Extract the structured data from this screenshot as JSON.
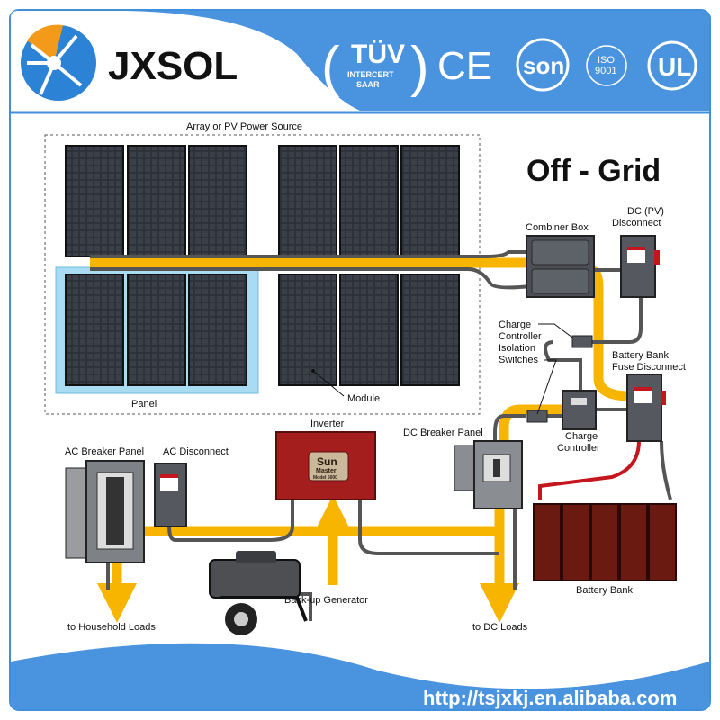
{
  "header": {
    "brand": "JXSOL",
    "certifications": {
      "tuv": "TÜV",
      "tuv_sub1": "INTERCERT",
      "tuv_sub2": "SAAR",
      "ce": "CE",
      "son": "son",
      "iso": "ISO",
      "iso_num": "9001",
      "ul": "UL"
    },
    "brand_color": "#3f8fdc"
  },
  "diagram": {
    "title": "Off - Grid",
    "labels": {
      "array": "Array or PV Power Source",
      "panel": "Panel",
      "module": "Module",
      "combiner_box": "Combiner Box",
      "dc_pv_disconnect_1": "DC (PV)",
      "dc_pv_disconnect_2": "Disconnect",
      "isolation_1": "Charge",
      "isolation_2": "Controller",
      "isolation_3": "Isolation",
      "isolation_4": "Switches",
      "fuse_1": "Battery Bank",
      "fuse_2": "Fuse Disconnect",
      "charge_controller_1": "Charge",
      "charge_controller_2": "Controller",
      "dc_breaker_panel": "DC  Breaker Panel",
      "inverter": "Inverter",
      "inverter_brand_1": "Sun",
      "inverter_brand_2": "Master",
      "inverter_model": "Model 5000",
      "ac_breaker_panel": "AC Breaker Panel",
      "ac_disconnect": "AC Disconnect",
      "generator": "Back-up Generator",
      "battery_bank": "Battery Bank",
      "household_loads": "to Household Loads",
      "dc_loads": "to DC Loads"
    },
    "colors": {
      "flow": "#f7b500",
      "cable": "#555555",
      "inverter": "#a51e1e",
      "battery": "#6b1a12"
    }
  },
  "footer": {
    "url": "http://tsjxkj.en.alibaba.com"
  }
}
